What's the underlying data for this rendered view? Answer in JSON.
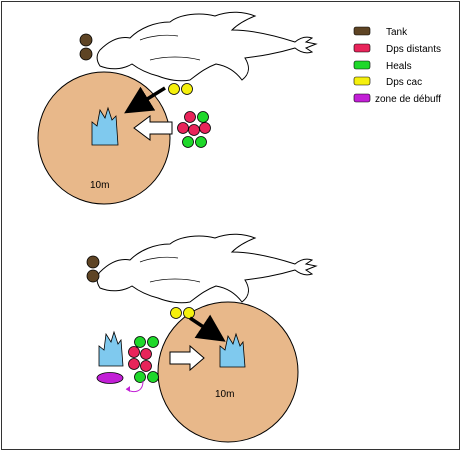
{
  "legend": {
    "items": [
      {
        "label": "Tank",
        "color": "#5e4424"
      },
      {
        "label": "Dps distants",
        "color": "#e8245a"
      },
      {
        "label": "Heals",
        "color": "#1fd82a"
      },
      {
        "label": "Dps cac",
        "color": "#f5f00d"
      },
      {
        "label": "zone de débuff",
        "color": "#c21fd6"
      }
    ]
  },
  "phase1": {
    "radius_label": "10m"
  },
  "phase2": {
    "radius_label": "10m"
  },
  "colors": {
    "zone": "#e8b88a",
    "fire": "#7fc9ee",
    "border": "#000000",
    "debuff": "#c21fd6"
  }
}
